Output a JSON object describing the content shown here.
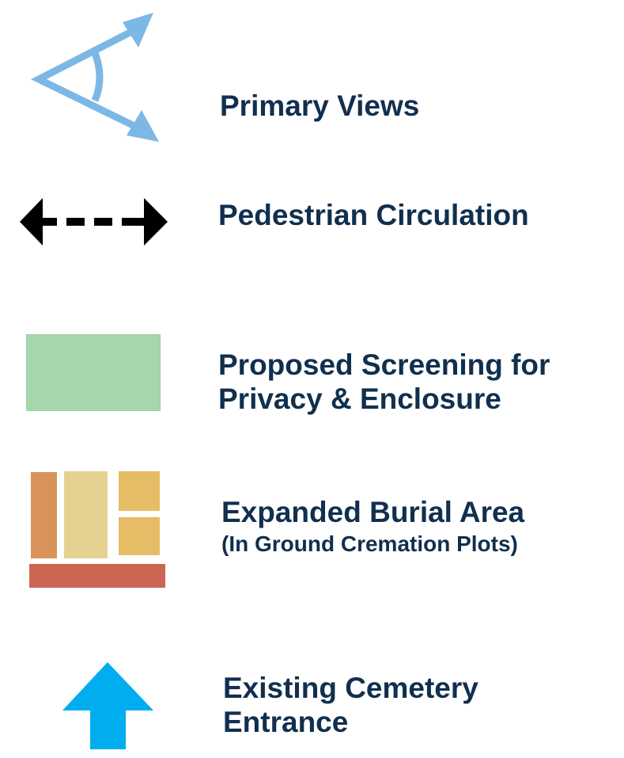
{
  "legend": {
    "items": [
      {
        "id": "primary-views",
        "icon": "view-cone-icon",
        "color": "#7cb8e6",
        "lines": [
          "Primary Views"
        ]
      },
      {
        "id": "pedestrian-circulation",
        "icon": "double-arrow-dashed-icon",
        "color": "#000000",
        "lines": [
          "Pedestrian Circulation"
        ]
      },
      {
        "id": "proposed-screening",
        "icon": "green-rectangle-swatch",
        "color": "#a6d6ab",
        "lines": [
          "Proposed Screening for",
          "Privacy & Enclosure"
        ]
      },
      {
        "id": "expanded-burial",
        "icon": "burial-plots-swatch",
        "colors": {
          "tall_left": "#d8925a",
          "tall_mid": "#e6d290",
          "small_blocks": "#e6bc66",
          "base_bar": "#cc6552"
        },
        "lines": [
          "Expanded Burial Area"
        ],
        "subline": "(In Ground Cremation Plots)"
      },
      {
        "id": "cemetery-entrance",
        "icon": "up-arrow-icon",
        "color": "#00aeef",
        "lines": [
          "Existing Cemetery",
          "Entrance"
        ]
      }
    ],
    "text_color": "#112f4e"
  }
}
